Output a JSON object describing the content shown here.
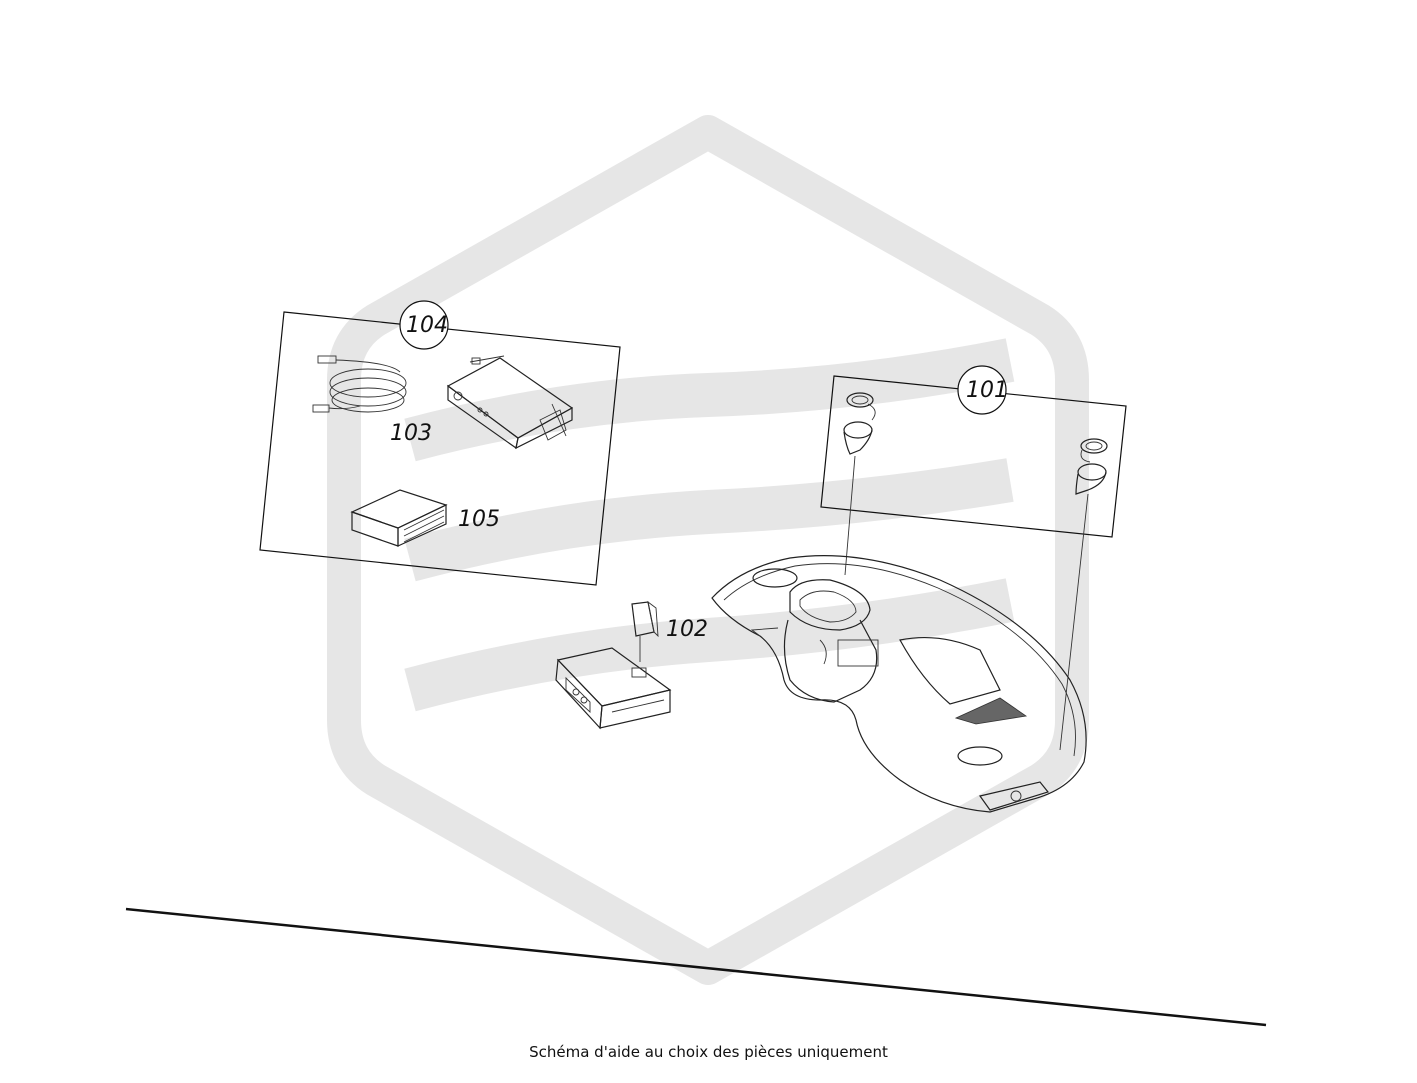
{
  "diagram": {
    "callouts": [
      {
        "id": "104",
        "label": "104"
      },
      {
        "id": "101",
        "label": "101"
      },
      {
        "id": "103",
        "label": "103"
      },
      {
        "id": "105",
        "label": "105"
      },
      {
        "id": "102",
        "label": "102"
      }
    ],
    "watermark_color": "#e6e6e6",
    "line_color": "#222222"
  },
  "footer": {
    "caption": "Schéma d'aide au choix des pièces uniquement"
  }
}
